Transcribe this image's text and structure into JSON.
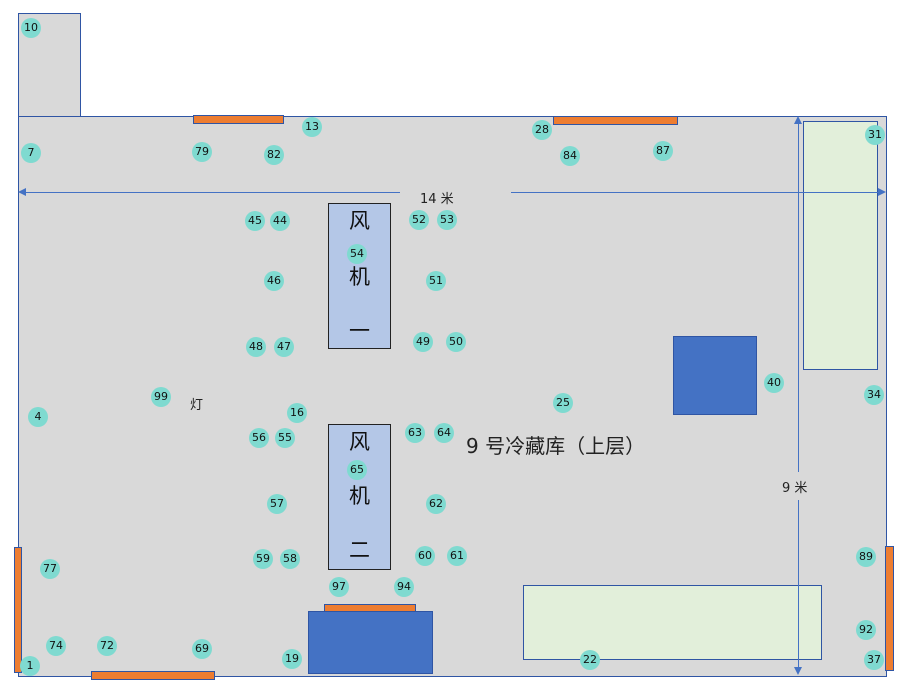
{
  "title": "9 号冷藏库（上层）",
  "dimensions": {
    "width_label": "14 米",
    "height_label": "9 米"
  },
  "lamp_label": "灯",
  "fans": [
    {
      "chars": [
        "风",
        "机",
        "一"
      ]
    },
    {
      "chars": [
        "风",
        "机",
        "二"
      ]
    }
  ],
  "markers": [
    "10",
    "7",
    "13",
    "79",
    "82",
    "28",
    "84",
    "87",
    "31",
    "45",
    "44",
    "52",
    "53",
    "54",
    "46",
    "51",
    "48",
    "47",
    "49",
    "50",
    "40",
    "34",
    "4",
    "99",
    "16",
    "56",
    "55",
    "63",
    "64",
    "65",
    "25",
    "57",
    "62",
    "59",
    "58",
    "60",
    "61",
    "89",
    "77",
    "97",
    "94",
    "74",
    "72",
    "69",
    "19",
    "1",
    "22",
    "92",
    "37"
  ],
  "colors": {
    "room": "#d9d9d9",
    "door": "#ed7d31",
    "equipment": "#4472c4",
    "rack": "#e2efda",
    "fan": "#b4c7e7",
    "marker": "#7fdad0"
  }
}
